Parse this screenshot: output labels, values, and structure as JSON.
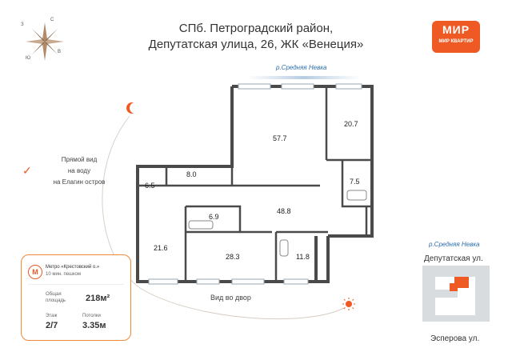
{
  "header": {
    "title_line1": "СПб. Петроградский район,",
    "title_line2": "Депутатская улица, 26, ЖК «Венеция»"
  },
  "logo": {
    "mark": "МИР",
    "brand": "МИР КВАРТИР",
    "color": "#ef5a24"
  },
  "compass": {
    "n": "С",
    "s": "Ю",
    "w": "З",
    "e": "В",
    "icon": "compass-rose-icon"
  },
  "views": {
    "water_line1": "Прямой вид",
    "water_line2": "на воду",
    "water_line3": "на Елагин остров",
    "yard": "Вид во двор"
  },
  "river_label": "р.Средняя Невка",
  "rooms": [
    "57.7",
    "20.7",
    "8.0",
    "6.5",
    "7.5",
    "6.9",
    "48.8",
    "21.6",
    "28.3",
    "11.8"
  ],
  "info_card": {
    "metro_name": "Метро «Крестовский о.»",
    "metro_time": "10 мин. пешком",
    "area_label_1": "Общая",
    "area_label_2": "площадь",
    "area_value": "218м²",
    "floor_label": "Этаж",
    "floor_value": "2/7",
    "ceiling_label": "Потолки",
    "ceiling_value": "3.35м"
  },
  "site_plan": {
    "river": "р.Средняя Невка",
    "street_top": "Депутатская ул.",
    "street_bottom": "Эсперова ул."
  },
  "colors": {
    "accent": "#ef5a24",
    "wall": "#4a4a4a",
    "river": "#2f6fb0"
  }
}
